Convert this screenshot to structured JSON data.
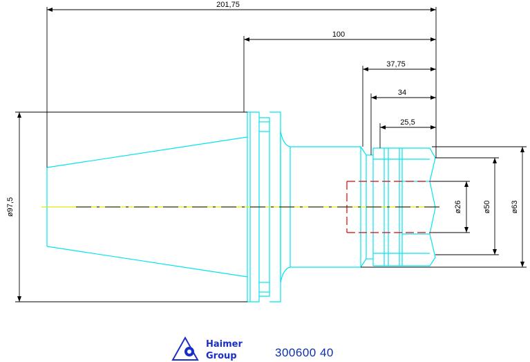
{
  "drawing": {
    "dimensions": {
      "overall_length": "201,75",
      "length_100": "100",
      "length_37_75": "37,75",
      "length_34": "34",
      "length_25_5": "25,5",
      "dia_97_5": "ø97,5",
      "dia_26": "ø26",
      "dia_50": "ø50",
      "dia_63": "ø63"
    },
    "colors": {
      "outline": "#00e5ee",
      "dimension": "#000000",
      "centerline": "#e6e600",
      "hidden": "#e00000",
      "brand": "#1a2fc8"
    }
  },
  "footer": {
    "logo_line1": "Haimer",
    "logo_line2": "Group",
    "part_number": "300600 40"
  }
}
